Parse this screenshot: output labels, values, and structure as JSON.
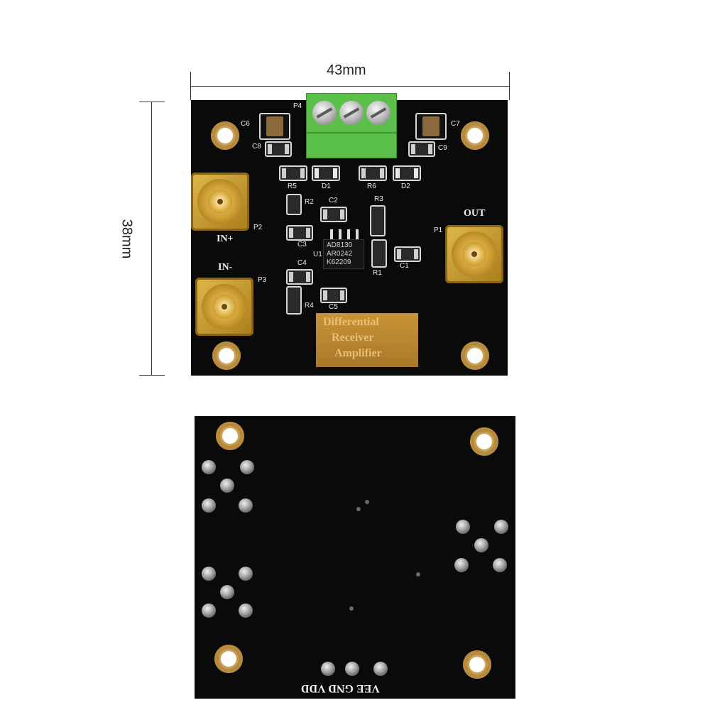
{
  "dimensions": {
    "width_label": "43mm",
    "height_label": "38mm"
  },
  "front": {
    "ic": {
      "line1": "AD8130",
      "line2": "AR0242",
      "line3": "K62209"
    },
    "plate": {
      "line1": "Differential",
      "line2": "Receiver",
      "line3": "Amplifier"
    },
    "connectors": {
      "in_plus": "IN+",
      "in_minus": "IN-",
      "out": "OUT"
    },
    "designators": {
      "P1": "P1",
      "P2": "P2",
      "P3": "P3",
      "P4": "P4",
      "C1": "C1",
      "C2": "C2",
      "C3": "C3",
      "C4": "C4",
      "C5": "C5",
      "C6": "C6",
      "C7": "C7",
      "C8": "C8",
      "C9": "C9",
      "R1": "R1",
      "R2": "R2",
      "R3": "R3",
      "R4": "R4",
      "R5": "R5",
      "R6": "R6",
      "D1": "D1",
      "D2": "D2",
      "U1": "U1"
    }
  },
  "back": {
    "power_label": "VEE GND VDD"
  },
  "colors": {
    "pcb": "#0a0a0a",
    "terminal": "#5bc04a",
    "gold": "#c99a2e",
    "plate": "#b8862a"
  }
}
